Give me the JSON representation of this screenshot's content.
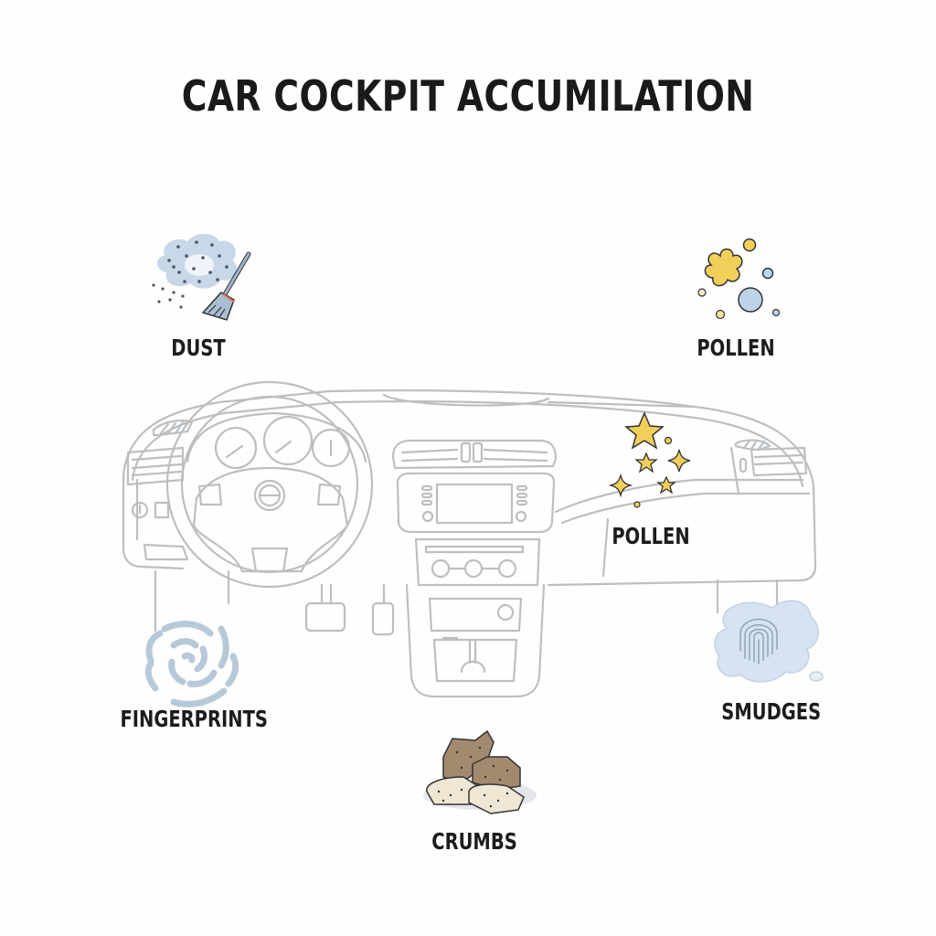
{
  "title": "CAR COCKPIT ACCUMILATION",
  "colors": {
    "background": "#fefefe",
    "line_gray": "#b9bcbf",
    "dust_cloud": "#c6d6e6",
    "pollen_yellow": "#f2cf5b",
    "pollen_blue": "#bcd3ea",
    "fingerprint_blue": "#b7c9d9",
    "smudge_blue": "#d6e3f0",
    "crumb_dark": "#a38a6f",
    "crumb_light": "#efe7d3",
    "text": "#1c1c1c"
  },
  "items": [
    {
      "id": "dust",
      "label": "DUST",
      "icon": "dust-cloud-broom-icon"
    },
    {
      "id": "pollen-top",
      "label": "POLLEN",
      "icon": "pollen-flower-icon"
    },
    {
      "id": "pollen-dash",
      "label": "POLLEN",
      "icon": "sparkle-stars-icon"
    },
    {
      "id": "fingerprints",
      "label": "FINGERPRINTS",
      "icon": "fingerprint-swirl-icon"
    },
    {
      "id": "smudges",
      "label": "SMUDGES",
      "icon": "smudge-fingerprint-icon"
    },
    {
      "id": "crumbs",
      "label": "CRUMBS",
      "icon": "crumbs-icon"
    }
  ]
}
